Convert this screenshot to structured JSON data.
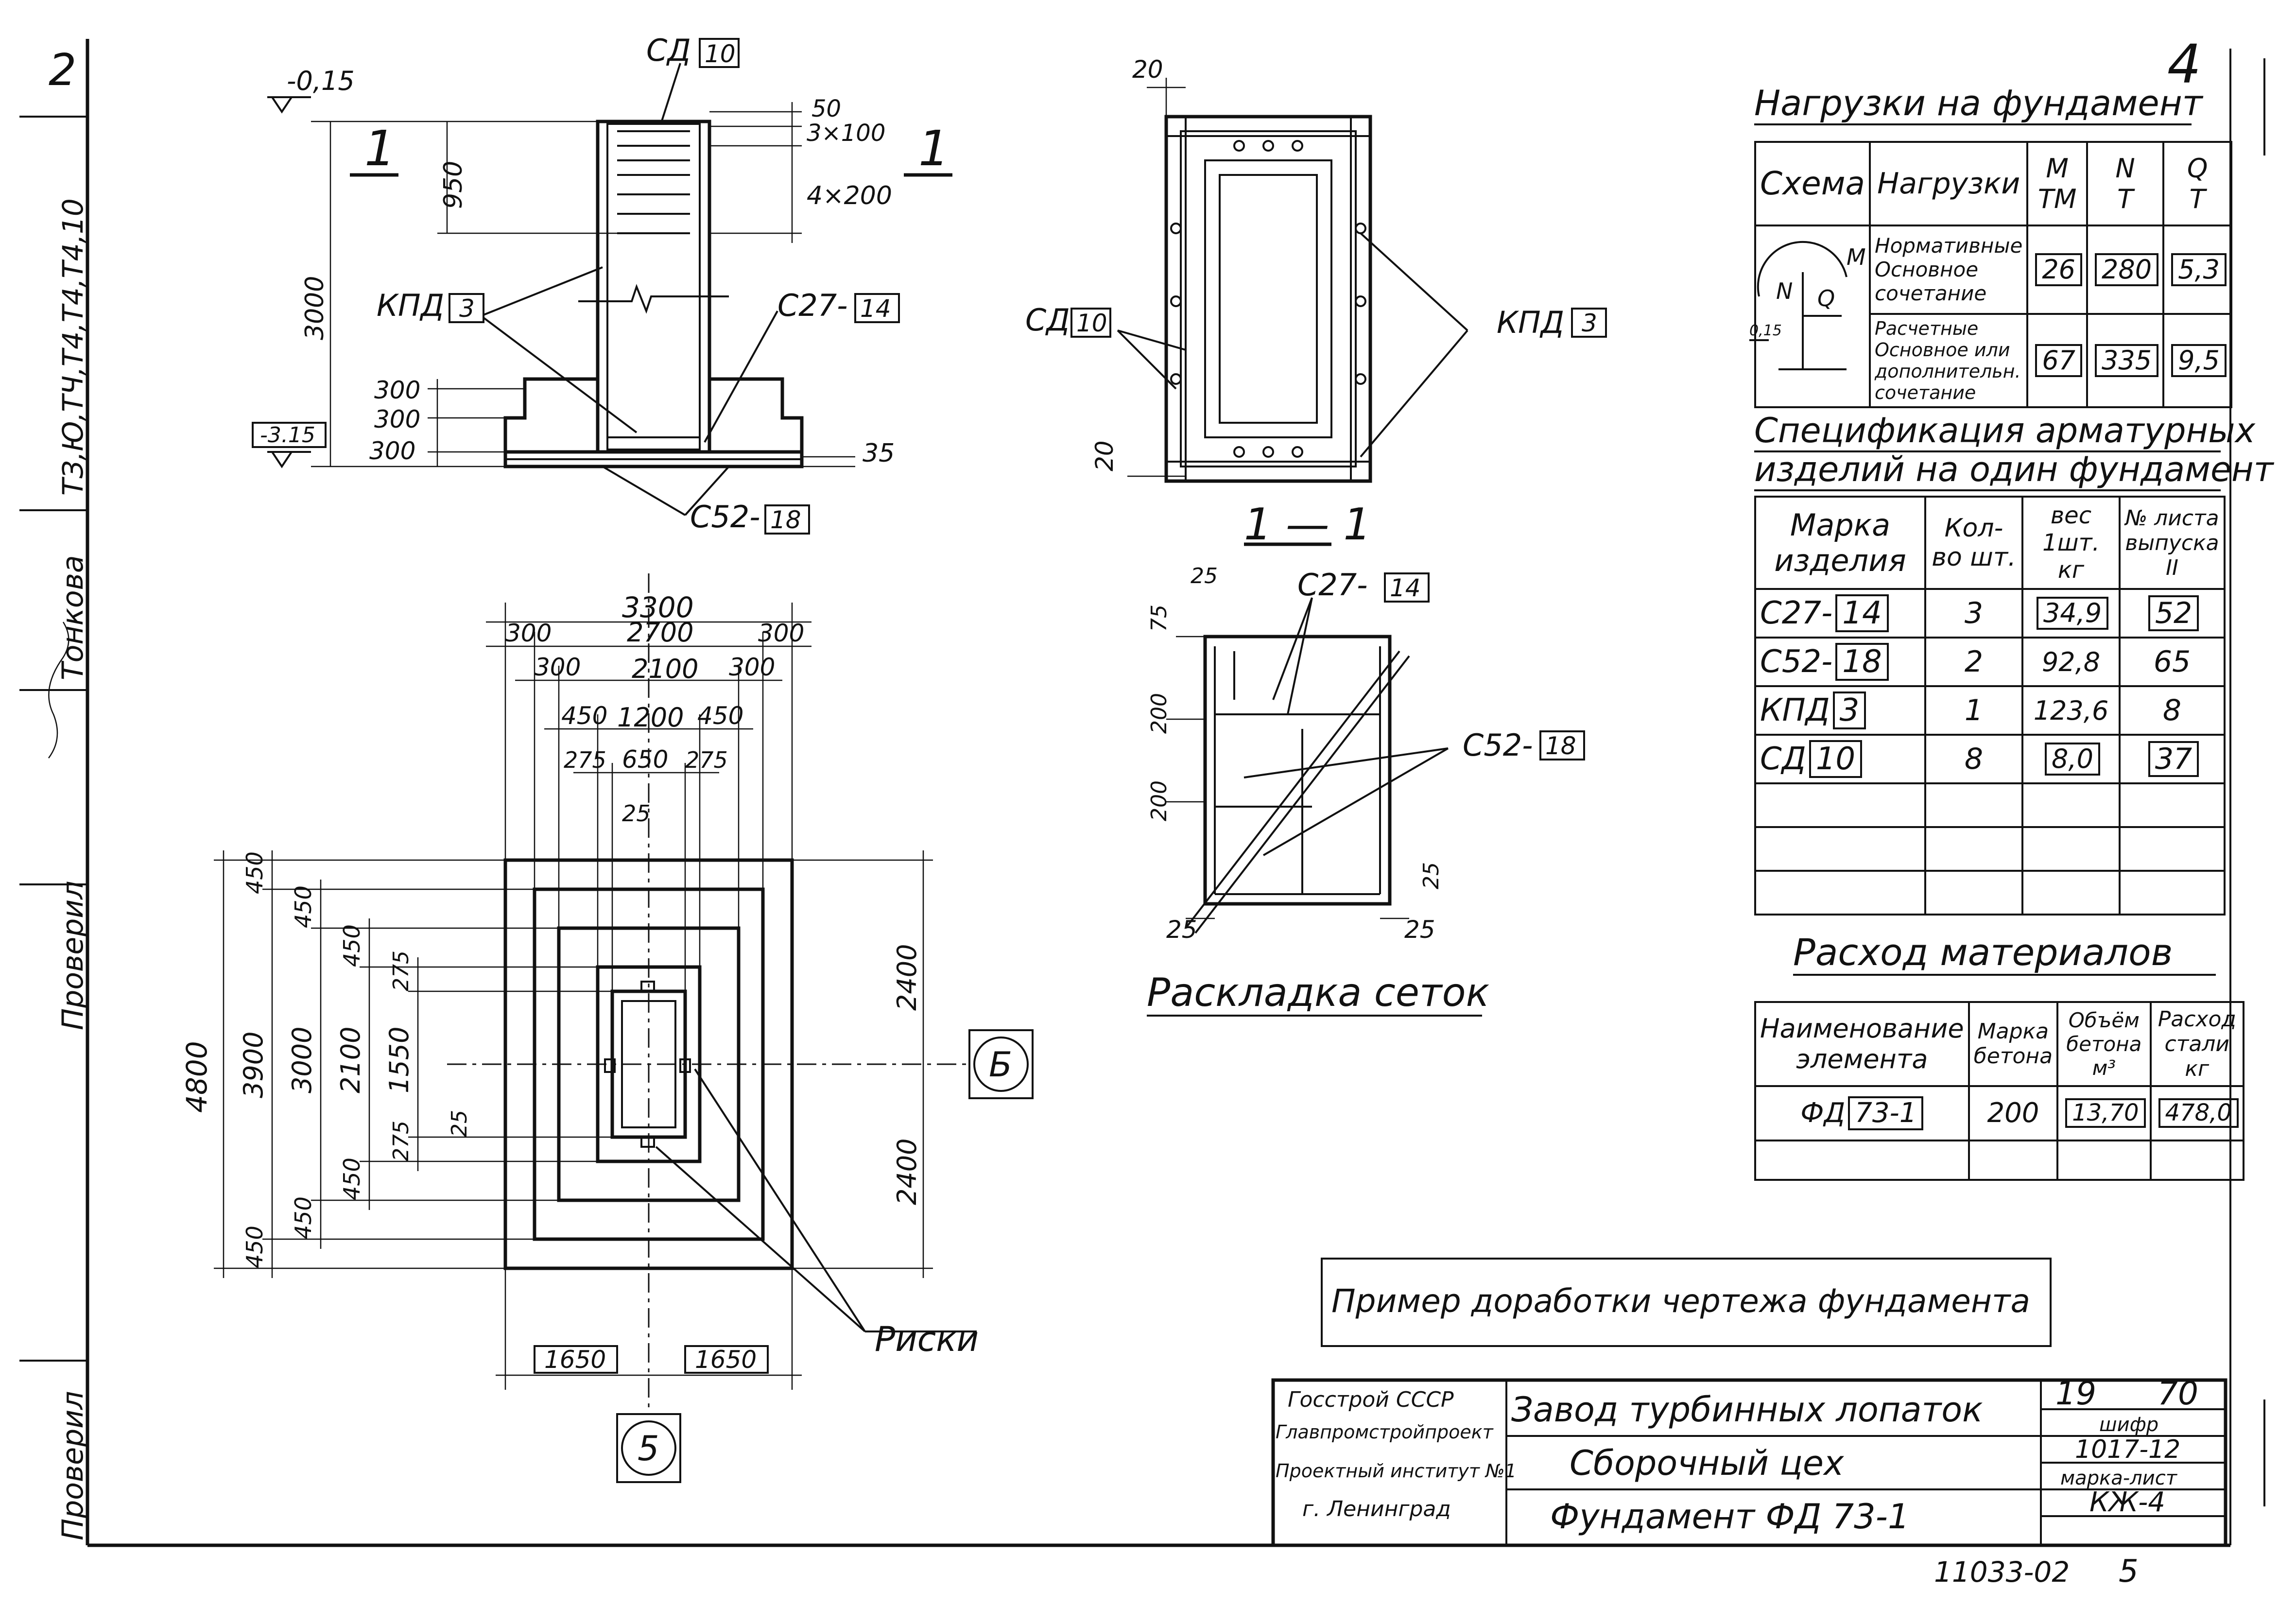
{
  "sheet_no": "4",
  "margin": {
    "number": "2",
    "label_prov1": "Проверил",
    "label_prov2": "Проверил",
    "label_tonkov": "Тонкова",
    "codes": "ТЗ,Ю,ТЧ,Т4,Т4,Т4,10"
  },
  "section_1_1": {
    "mark_left": "1",
    "mark_right": "1",
    "top_level": "-0,15",
    "bottom_level": "-3.15",
    "sd_label": "СД",
    "sd_mark": "10",
    "dim_950": "950",
    "dim_3000": "3000",
    "dim_50": "50",
    "dim_3x100": "3×100",
    "dim_4x200": "4×200",
    "kpd_label": "КПД",
    "kpd_mark": "3",
    "c27_label": "С27-",
    "c27_mark": "14",
    "c52_label": "С52-",
    "c52_mark": "18",
    "dim_300a": "300",
    "dim_300b": "300",
    "dim_300c": "300",
    "dim_35": "35"
  },
  "plan": {
    "w_3300": "3300",
    "d_300a": "300",
    "d_2700": "2700",
    "d_300b": "300",
    "d_300c": "300",
    "d_2100": "2100",
    "d_300d": "300",
    "d_450a": "450",
    "d_1200": "1200",
    "d_450b": "450",
    "d_275a": "275",
    "d_650": "650",
    "d_275b": "275",
    "d_25a": "25",
    "h_4800": "4800",
    "h_3900": "3900",
    "h_3000": "3000",
    "h_2100": "2100",
    "h_1550": "1550",
    "h_450a": "450",
    "h_450b": "450",
    "h_450c": "450",
    "h_450d": "450",
    "h_450e": "450",
    "h_450f": "450",
    "h_275a": "275",
    "h_275b": "275",
    "h_25b": "25",
    "r_2400a": "2400",
    "r_2400b": "2400",
    "b_1650a": "1650",
    "b_1650b": "1650",
    "axis_b": "Б",
    "axis_5": "5",
    "riski": "Риски"
  },
  "top_plan": {
    "dim_20a": "20",
    "dim_20b": "20",
    "sd_label": "СД",
    "sd_mark": "10",
    "kpd_label": "КПД",
    "kpd_mark": "3"
  },
  "mesh": {
    "title": "1 — 1",
    "d_25a": "25",
    "d_75": "75",
    "d_200a": "200",
    "d_200b": "200",
    "d_25b": "25",
    "d_25c": "25",
    "d_25d": "25",
    "c27_label": "С27-",
    "c27_mark": "14",
    "c52_label": "С52-",
    "c52_mark": "18",
    "caption": "Раскладка сеток"
  },
  "loads": {
    "title": "Нагрузки на фундамент",
    "h_schema": "Схема",
    "h_loads": "Нагрузки",
    "h_m": "M",
    "h_m_unit": "ТМ",
    "h_n": "N",
    "h_n_unit": "Т",
    "h_q": "Q",
    "h_q_unit": "Т",
    "schema_m": "M",
    "schema_n": "N",
    "schema_q": "Q",
    "schema_lvl": "0,15",
    "row1_label": "Нормативные Основное сочетание",
    "row1_m": "26",
    "row1_n": "280",
    "row1_q": "5,3",
    "row2_label": "Расчетные Основное или дополнительн. сочетание",
    "row2_m": "67",
    "row2_n": "335",
    "row2_q": "9,5"
  },
  "spec": {
    "title1": "Спецификация арматурных",
    "title2": "изделий на один фундамент",
    "h_mark": "Марка изделия",
    "h_qty": "Кол-во шт.",
    "h_weight": "вес 1шт. кг",
    "h_sheet": "№ листа выпуска II",
    "rows": [
      {
        "name": "С27-",
        "mark": "14",
        "qty": "3",
        "w": "34,9",
        "sheet": "52"
      },
      {
        "name": "С52-",
        "mark": "18",
        "qty": "2",
        "w": "92,8",
        "sheet": "65"
      },
      {
        "name": "КПД",
        "mark": "3",
        "qty": "1",
        "w": "123,6",
        "sheet": "8"
      },
      {
        "name": "СД",
        "mark": "10",
        "qty": "8",
        "w": "8,0",
        "sheet": "37"
      }
    ]
  },
  "materials": {
    "title": "Расход материалов",
    "h_name": "Наименование элемента",
    "h_grade": "Марка бетона",
    "h_volume": "Объём бетона м³",
    "h_steel": "Расход стали кг",
    "row_name": "ФД",
    "row_mark": "73-1",
    "row_grade": "200",
    "row_volume": "13,70",
    "row_steel": "478,0"
  },
  "note": "Пример доработки чертежа фундамента",
  "title_block": {
    "org1": "Госстрой СССР",
    "org2": "Главпромстройпроект",
    "org3": "Проектный институт №1",
    "org4": "г. Ленинград",
    "line1": "Завод турбинных лопаток",
    "line2": "Сборочный цех",
    "line3": "Фундамент ФД 73-1",
    "year_a": "19",
    "year_b": "70",
    "cipher_label": "шифр",
    "cipher": "1017-12",
    "sheet_label": "марка-лист",
    "sheet": "КЖ-4"
  },
  "footer_code": "11033-02",
  "footer_page": "5"
}
